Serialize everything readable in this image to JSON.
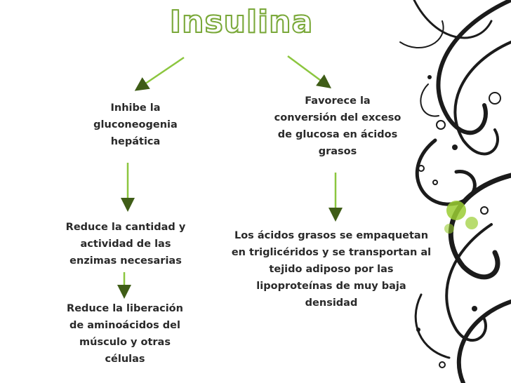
{
  "title": "Insulina",
  "left_branch": {
    "box1": [
      "Inhibe la",
      "gluconeogenia",
      "hepática"
    ],
    "box2": [
      "Reduce la cantidad y",
      "actividad de las",
      "enzimas necesarias"
    ],
    "box3": [
      "Reduce la liberación",
      "de aminoácidos del",
      "músculo y otras",
      "células"
    ]
  },
  "right_branch": {
    "box1": [
      "Favorece la",
      "conversión del exceso",
      "de glucosa en ácidos",
      "grasos"
    ],
    "box2": [
      "Los ácidos grasos se empaquetan",
      "en triglicéridos y se transportan al",
      "tejido adiposo por las",
      "lipoproteínas de muy baja",
      "densidad"
    ]
  },
  "colors": {
    "arrow": "#8cc63f",
    "arrowhead": "#3f5d17",
    "text": "#2a2a2a",
    "decoration": "#1b1b1b"
  }
}
